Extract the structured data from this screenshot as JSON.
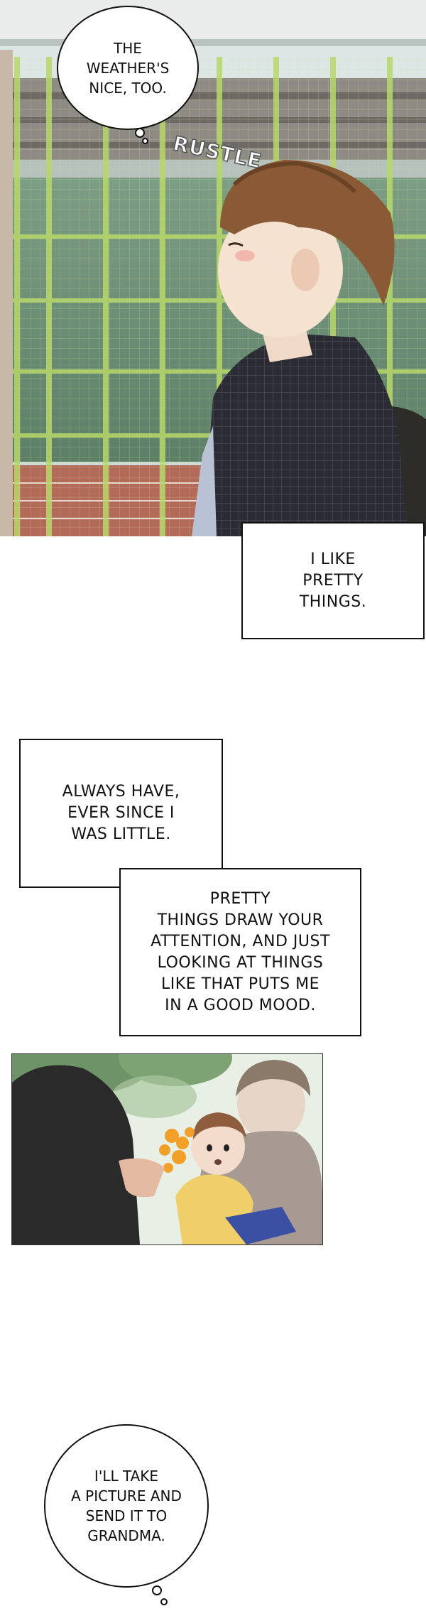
{
  "panel1": {
    "speech_bubble": "THE\nWEATHER'S\nNICE, TOO.",
    "sfx": "RUSTLE"
  },
  "caption1": "I LIKE\nPRETTY\nTHINGS.",
  "caption2": "ALWAYS HAVE,\nEVER SINCE I\nWAS LITTLE.",
  "caption3": "PRETTY\nTHINGS DRAW YOUR\nATTENTION, AND JUST\nLOOKING AT THINGS\nLIKE THAT PUTS ME\nIN A GOOD MOOD.",
  "final_bubble": "I'LL TAKE\nA PICTURE AND\nSEND IT TO\nGRANDMA."
}
